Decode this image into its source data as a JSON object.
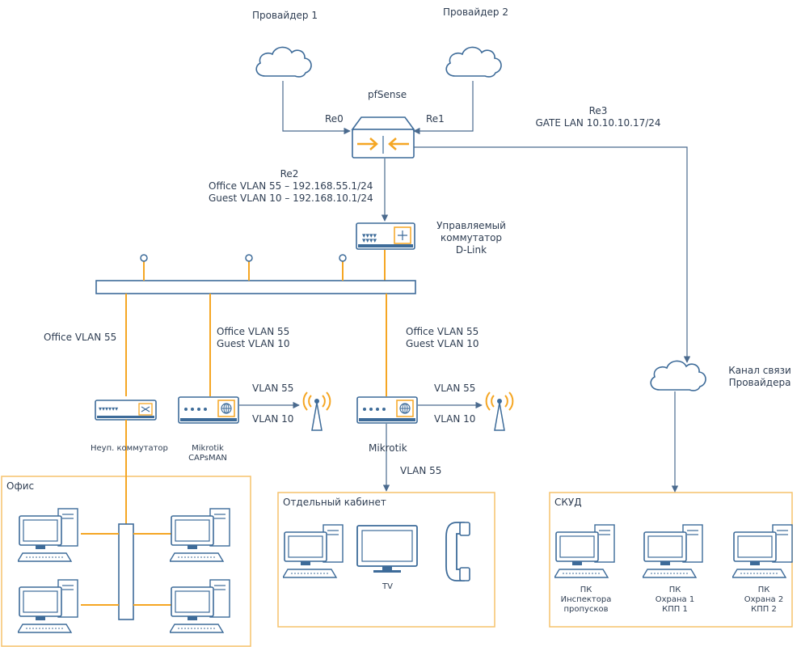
{
  "providers": {
    "p1": "Провайдер 1",
    "p2": "Провайдер 2"
  },
  "router": {
    "name": "pfSense",
    "re0": "Re0",
    "re1": "Re1"
  },
  "re3": {
    "line1": "Re3",
    "line2": "GATE LAN 10.10.10.17/24"
  },
  "re2": {
    "line1": "Re2",
    "line2": "Office VLAN 55 – 192.168.55.1/24",
    "line3": "Guest VLAN 10 – 192.168.10.1/24"
  },
  "managed_switch": {
    "line1": "Управляемый",
    "line2": "коммутатор",
    "line3": "D-Link"
  },
  "branches": {
    "office_vlan": "Office VLAN 55",
    "capsman_vlan1": "Office VLAN 55",
    "capsman_vlan2": "Guest VLAN 10",
    "mikrotik_vlan1": "Office VLAN 55",
    "mikrotik_vlan2": "Guest VLAN 10"
  },
  "wifi": {
    "a_vlan55": "VLAN 55",
    "a_vlan10": "VLAN 10",
    "b_vlan55": "VLAN 55",
    "b_vlan10": "VLAN 10"
  },
  "devices": {
    "unmanaged": "Неуп. коммутатор",
    "capsman_1": "Mikrotik",
    "capsman_2": "CAPsMAN",
    "mikrotik": "Mikrotik",
    "mikrotik_vlan": "VLAN 55"
  },
  "provider_link": {
    "line1": "Канал связи",
    "line2": "Провайдера"
  },
  "zones": {
    "office": "Офис",
    "cabinet": "Отдельный кабинет",
    "skud": "СКУД"
  },
  "cabinet": {
    "tv": "TV"
  },
  "skud_pcs": [
    {
      "l1": "ПК",
      "l2": "Инспектора",
      "l3": "пропусков"
    },
    {
      "l1": "ПК",
      "l2": "Охрана 1",
      "l3": "КПП 1"
    },
    {
      "l1": "ПК",
      "l2": "Охрана 2",
      "l3": "КПП 2"
    }
  ],
  "colors": {
    "line": "#2e3d52",
    "link": "#7a8ea8",
    "accent": "#f5a623",
    "zone": "#f5c26b",
    "icon": "#3d6b99"
  }
}
